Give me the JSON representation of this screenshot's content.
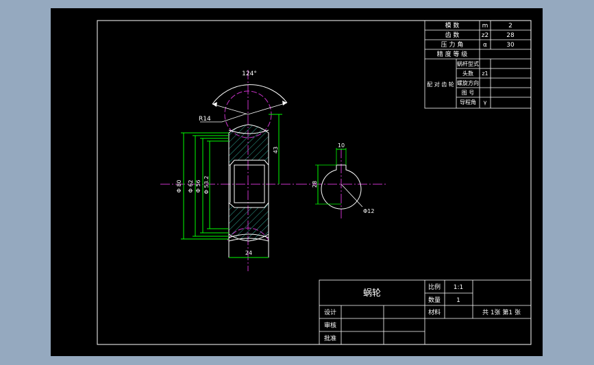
{
  "colors": {
    "background_outer": "#95a9bf",
    "canvas": "#000000",
    "frame": "#ffffff",
    "dimension": "#00ff00",
    "centerline": "#cc33cc",
    "hatch": "#33aa99",
    "leader": "#ffffff"
  },
  "params_table": {
    "rows": [
      {
        "label": "模  数",
        "symbol": "m",
        "value": "2"
      },
      {
        "label": "齿  数",
        "symbol": "z2",
        "value": "28"
      },
      {
        "label": "压 力 角",
        "symbol": "α",
        "value": "30"
      },
      {
        "label": "精 度 等 级",
        "symbol": "",
        "value": ""
      }
    ],
    "mesh_group": {
      "label": "配 对 齿 轮",
      "items": [
        {
          "label": "蜗杆型式",
          "symbol": ""
        },
        {
          "label": "头数",
          "symbol": "z1"
        },
        {
          "label": "螺旋方向",
          "symbol": ""
        },
        {
          "label": "图 号",
          "symbol": ""
        },
        {
          "label": "导程角",
          "symbol": "γ"
        }
      ]
    }
  },
  "dimensions": {
    "angle": "124°",
    "radius_top": "R14",
    "dia_outer": "Φ 80",
    "dia_tip": "Φ 62",
    "dia_pitch": "Φ 56",
    "dia_root": "Φ 53.2",
    "width": "24",
    "center_distance": "43",
    "keyway_width": "10",
    "bore_height": "28",
    "bore_dia": "Φ12"
  },
  "title_block": {
    "part_name": "蜗轮",
    "scale_label": "比例",
    "scale_value": "1:1",
    "qty_label": "数量",
    "qty_value": "1",
    "material_label": "材料",
    "sheets_text": "共  1张   第1  张",
    "design_label": "设计",
    "check_label": "审核",
    "approve_label": "批准"
  }
}
